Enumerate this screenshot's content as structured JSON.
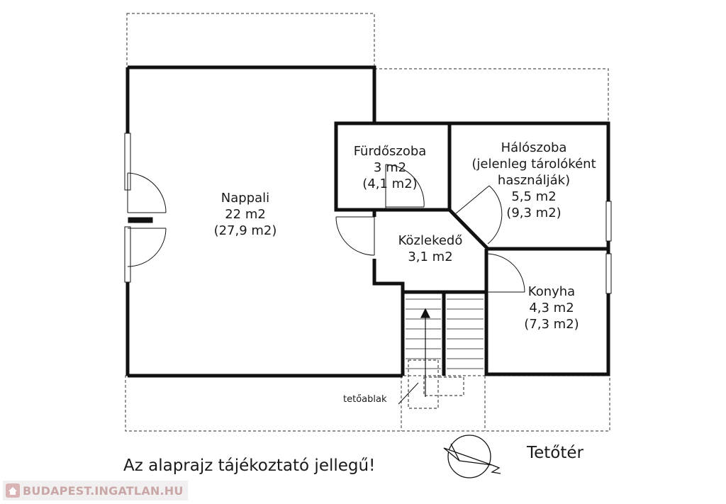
{
  "rooms": {
    "nappali": {
      "name": "Nappali",
      "area": "22 m2",
      "area_full": "(27,9 m2)"
    },
    "furdoszoba": {
      "name": "Fürdőszoba",
      "area": "3 m2",
      "area_full": "(4,1 m2)"
    },
    "haloszoba": {
      "name": "Hálószoba",
      "note_line1": "(jelenleg tárolóként",
      "note_line2": "használják)",
      "area": "5,5 m2",
      "area_full": "(9,3 m2)"
    },
    "kozlekedo": {
      "name": "Közlekedő",
      "area": "3,1 m2"
    },
    "konyha": {
      "name": "Konyha",
      "area": "4,3 m2",
      "area_full": "(7,3 m2)"
    }
  },
  "skylight_label": "tetőablak",
  "disclaimer": "Az alaprajz tájékoztató jellegű!",
  "floor_name": "Tetőtér",
  "watermark": {
    "text": "BUDAPEST.INGATLAN.HU",
    "icon": "house-logo-icon"
  },
  "north_arrow": {
    "icon": "compass-north-arrow-icon"
  },
  "colors": {
    "walls": "#111111",
    "dashed": "#444444",
    "watermark": "#c9a7a7"
  }
}
